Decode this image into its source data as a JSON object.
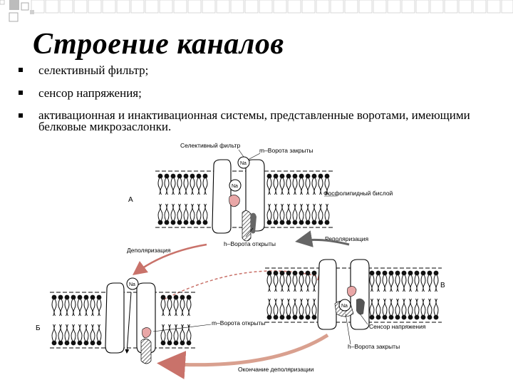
{
  "title": "Строение каналов",
  "bullets": [
    "селективный фильтр;",
    "сенсор напряжения;",
    "активационная и инактивационная системы, представленные воротами, имеющими белковые микрозаслонки."
  ],
  "diagram": {
    "state_a_letter": "А",
    "state_b_letter": "Б",
    "state_v_letter": "В",
    "ion": "Na",
    "labels": {
      "selective_filter": "Селективный фильтр",
      "m_gate_closed": "m–Ворота закрыты",
      "phospholipid_bilayer": "Фосфолипидный бислой",
      "h_gate_open": "h–Ворота открыты",
      "repolarization": "Реполяризация",
      "depolarization": "Деполяризация",
      "m_gate_open": "m–Ворота открыты",
      "voltage_sensor": "Сенсор напряжения",
      "h_gate_closed": "h–Ворота закрыты",
      "end_of_depolarization": "Окончание деполяризации"
    }
  }
}
